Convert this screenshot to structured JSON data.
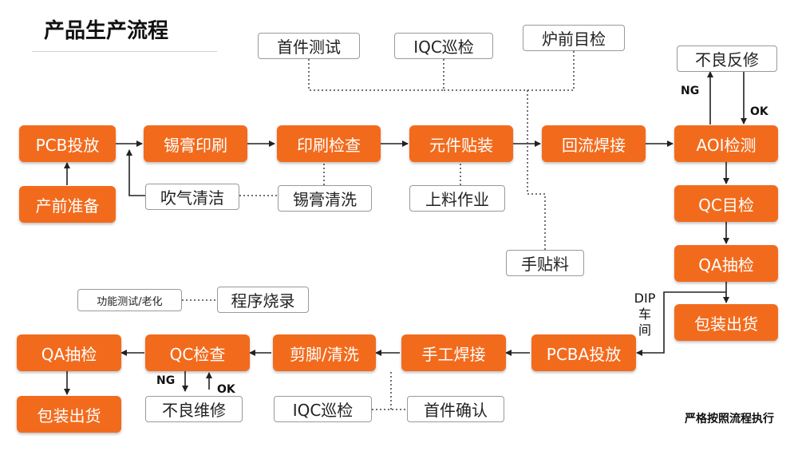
{
  "title": "产品生产流程",
  "footer": "严格按照流程执行",
  "steps": {
    "pcb_release": "PCB投放",
    "paste_print": "锡膏印刷",
    "print_inspect": "印刷检查",
    "component_mount": "元件贴装",
    "reflow": "回流焊接",
    "aoi": "AOI检测",
    "qc_visual": "QC目检",
    "qa_sampling_1": "QA抽检",
    "pack_ship_1": "包装出货",
    "pre_production": "产前准备",
    "pcba_release": "PCBA投放",
    "hand_solder": "手工焊接",
    "trim_clean": "剪脚/清洗",
    "qc_inspect": "QC检查",
    "qa_sampling_2": "QA抽检",
    "pack_ship_2": "包装出货"
  },
  "notes": {
    "first_article_test": "首件测试",
    "iqc_patrol_1": "IQC巡检",
    "pre_oven_check": "炉前目检",
    "defect_rework_1": "不良反修",
    "blow_clean": "吹气清洁",
    "paste_wash": "锡膏清洗",
    "feeder_work": "上料作业",
    "manual_mount": "手贴料",
    "function_test": "功能测试/老化",
    "program_burn": "程序烧录",
    "defect_repair_2": "不良维修",
    "iqc_patrol_2": "IQC巡检",
    "first_article_confirm": "首件确认"
  },
  "labels": {
    "ng_1": "NG",
    "ok_1": "OK",
    "ng_2": "NG",
    "ok_2": "OK",
    "dip": "DIP",
    "dip_line_2": "车",
    "dip_line_3": "间"
  },
  "colors": {
    "step": "#f26b1d",
    "line": "#222222",
    "note_border": "#9a9a9a"
  }
}
